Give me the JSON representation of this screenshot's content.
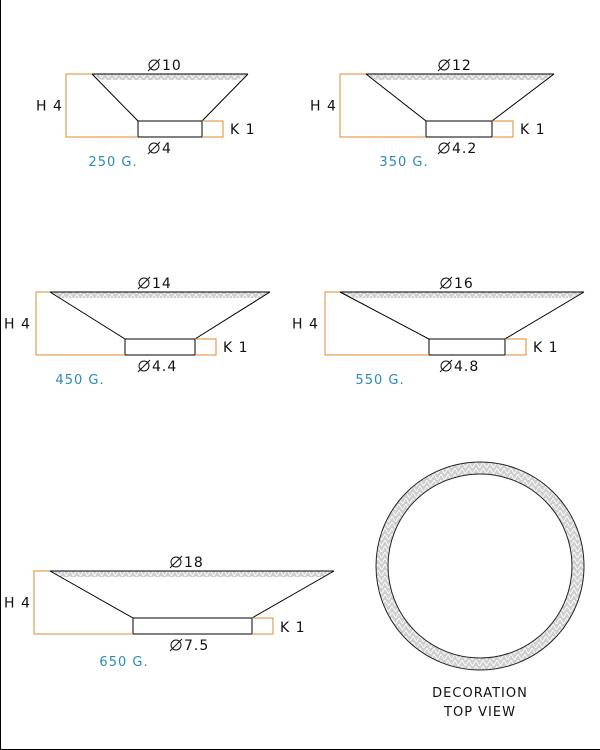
{
  "colors": {
    "dimension": "#e08a2c",
    "weight_text": "#2a8ab8",
    "outline": "#000000",
    "decoration": "#cfcfcf"
  },
  "bowls": [
    {
      "top_diameter": "10",
      "base_diameter": "4",
      "height_label": "H 4",
      "foot_label": "K 1",
      "weight": "250 g."
    },
    {
      "top_diameter": "12",
      "base_diameter": "4.2",
      "height_label": "H 4",
      "foot_label": "K 1",
      "weight": "350 g."
    },
    {
      "top_diameter": "14",
      "base_diameter": "4.4",
      "height_label": "H 4",
      "foot_label": "K 1",
      "weight": "450 g."
    },
    {
      "top_diameter": "16",
      "base_diameter": "4.8",
      "height_label": "H 4",
      "foot_label": "K 1",
      "weight": "550 g."
    },
    {
      "top_diameter": "18",
      "base_diameter": "7.5",
      "height_label": "H 4",
      "foot_label": "K 1",
      "weight": "650 g."
    }
  ],
  "decoration": {
    "caption_line1": "DECORATION",
    "caption_line2": "TOP VIEW"
  }
}
